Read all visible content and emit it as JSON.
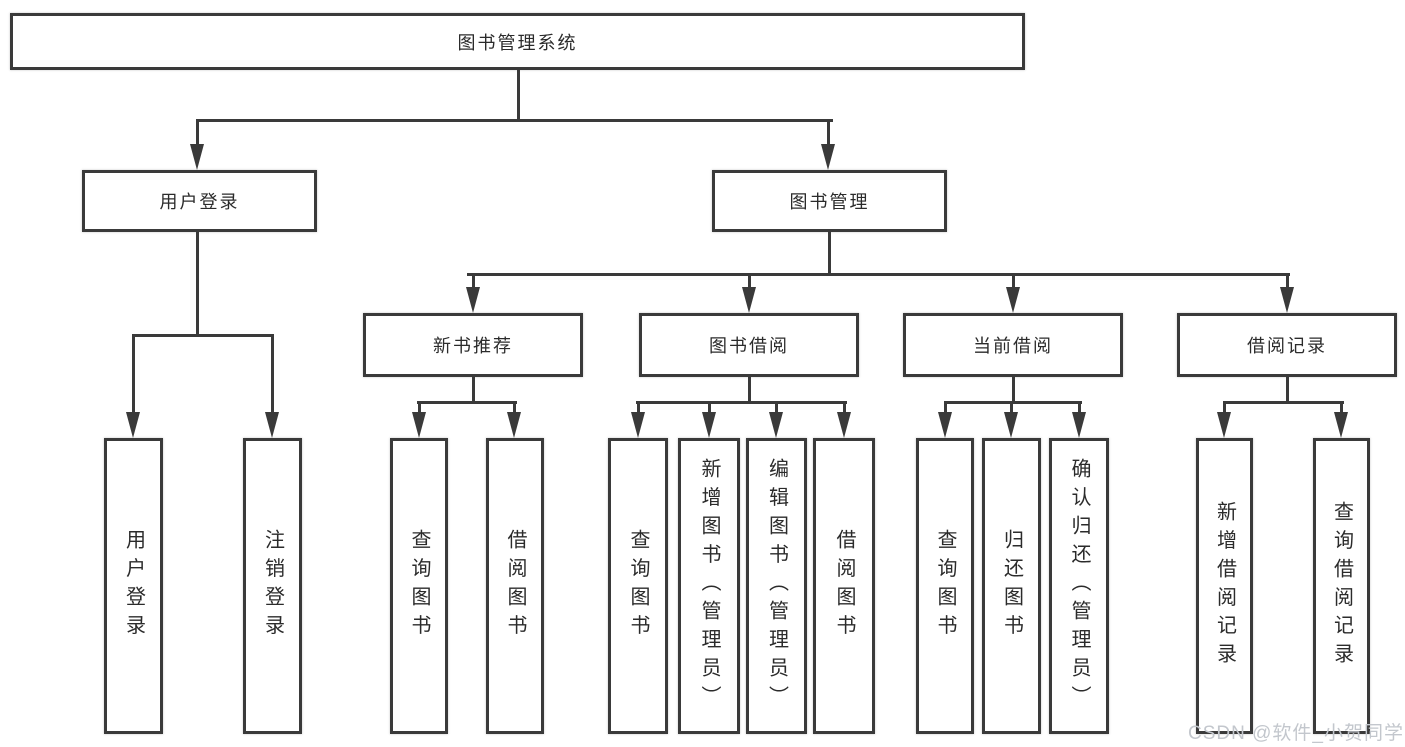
{
  "watermark": "CSDN @软件_小贺同学",
  "colors": {
    "line": "#3a3a3a",
    "box_border": "#3a3a3a",
    "text": "#2b2b2b",
    "watermark": "#c3c7cd",
    "background": "#ffffff"
  },
  "diagram": {
    "type": "tree",
    "title": "图书管理系统",
    "children": [
      {
        "label": "用户登录",
        "children": [
          {
            "label": "用户登录"
          },
          {
            "label": "注销登录"
          }
        ]
      },
      {
        "label": "图书管理",
        "children": [
          {
            "label": "新书推荐",
            "children": [
              {
                "label": "查询图书"
              },
              {
                "label": "借阅图书"
              }
            ]
          },
          {
            "label": "图书借阅",
            "children": [
              {
                "label": "查询图书"
              },
              {
                "label": "新增图书（管理员）"
              },
              {
                "label": "编辑图书（管理员）"
              },
              {
                "label": "借阅图书"
              }
            ]
          },
          {
            "label": "当前借阅",
            "children": [
              {
                "label": "查询图书"
              },
              {
                "label": "归还图书"
              },
              {
                "label": "确认归还（管理员）"
              }
            ]
          },
          {
            "label": "借阅记录",
            "children": [
              {
                "label": "新增借阅记录"
              },
              {
                "label": "查询借阅记录"
              }
            ]
          }
        ]
      }
    ]
  }
}
